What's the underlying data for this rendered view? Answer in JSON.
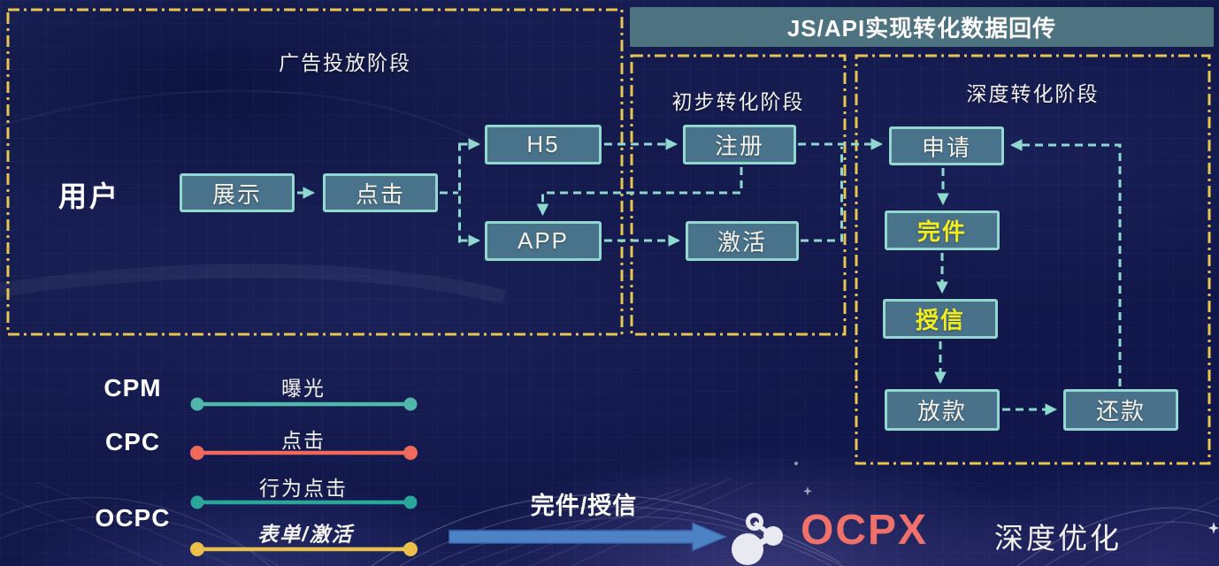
{
  "header": {
    "title": "JS/API实现转化数据回传"
  },
  "stages": [
    {
      "label": "广告投放阶段"
    },
    {
      "label": "初步转化阶段"
    },
    {
      "label": "深度转化阶段"
    }
  ],
  "user_label": "用户",
  "nodes": [
    {
      "id": "impression",
      "label": "展示"
    },
    {
      "id": "click",
      "label": "点击"
    },
    {
      "id": "h5",
      "label": "H5"
    },
    {
      "id": "app",
      "label": "APP"
    },
    {
      "id": "register",
      "label": "注册"
    },
    {
      "id": "activate",
      "label": "激活"
    },
    {
      "id": "apply",
      "label": "申请"
    },
    {
      "id": "complete",
      "label": "完件",
      "highlight": true
    },
    {
      "id": "credit",
      "label": "授信",
      "highlight": true
    },
    {
      "id": "loan",
      "label": "放款"
    },
    {
      "id": "repay",
      "label": "还款"
    }
  ],
  "legend": {
    "rows": [
      {
        "label": "CPM",
        "line_label": "曝光",
        "line_color": "#4fb8aa"
      },
      {
        "label": "CPC",
        "line_label": "点击",
        "line_color": "#f0695c"
      },
      {
        "label": "OCPC",
        "line_label": "行为点击",
        "line_color": "#2aa79a",
        "line2_label": "表单/激活",
        "line2_color": "#eac04b"
      }
    ]
  },
  "footer": {
    "arrow_label": "完件/授信",
    "brand": "OCPX",
    "tagline": "深度优化"
  },
  "colors": {
    "background": "#11174a",
    "stage_border": "#e9c54f",
    "node_border": "#93d8ce",
    "node_fill": "#4e7a90",
    "connector": "#8fd8ce",
    "highlight_text": "#f2ee1e",
    "header_fill": "#4d7280",
    "brand": "#f0706a",
    "cta_arrow": "#4d82c4"
  }
}
